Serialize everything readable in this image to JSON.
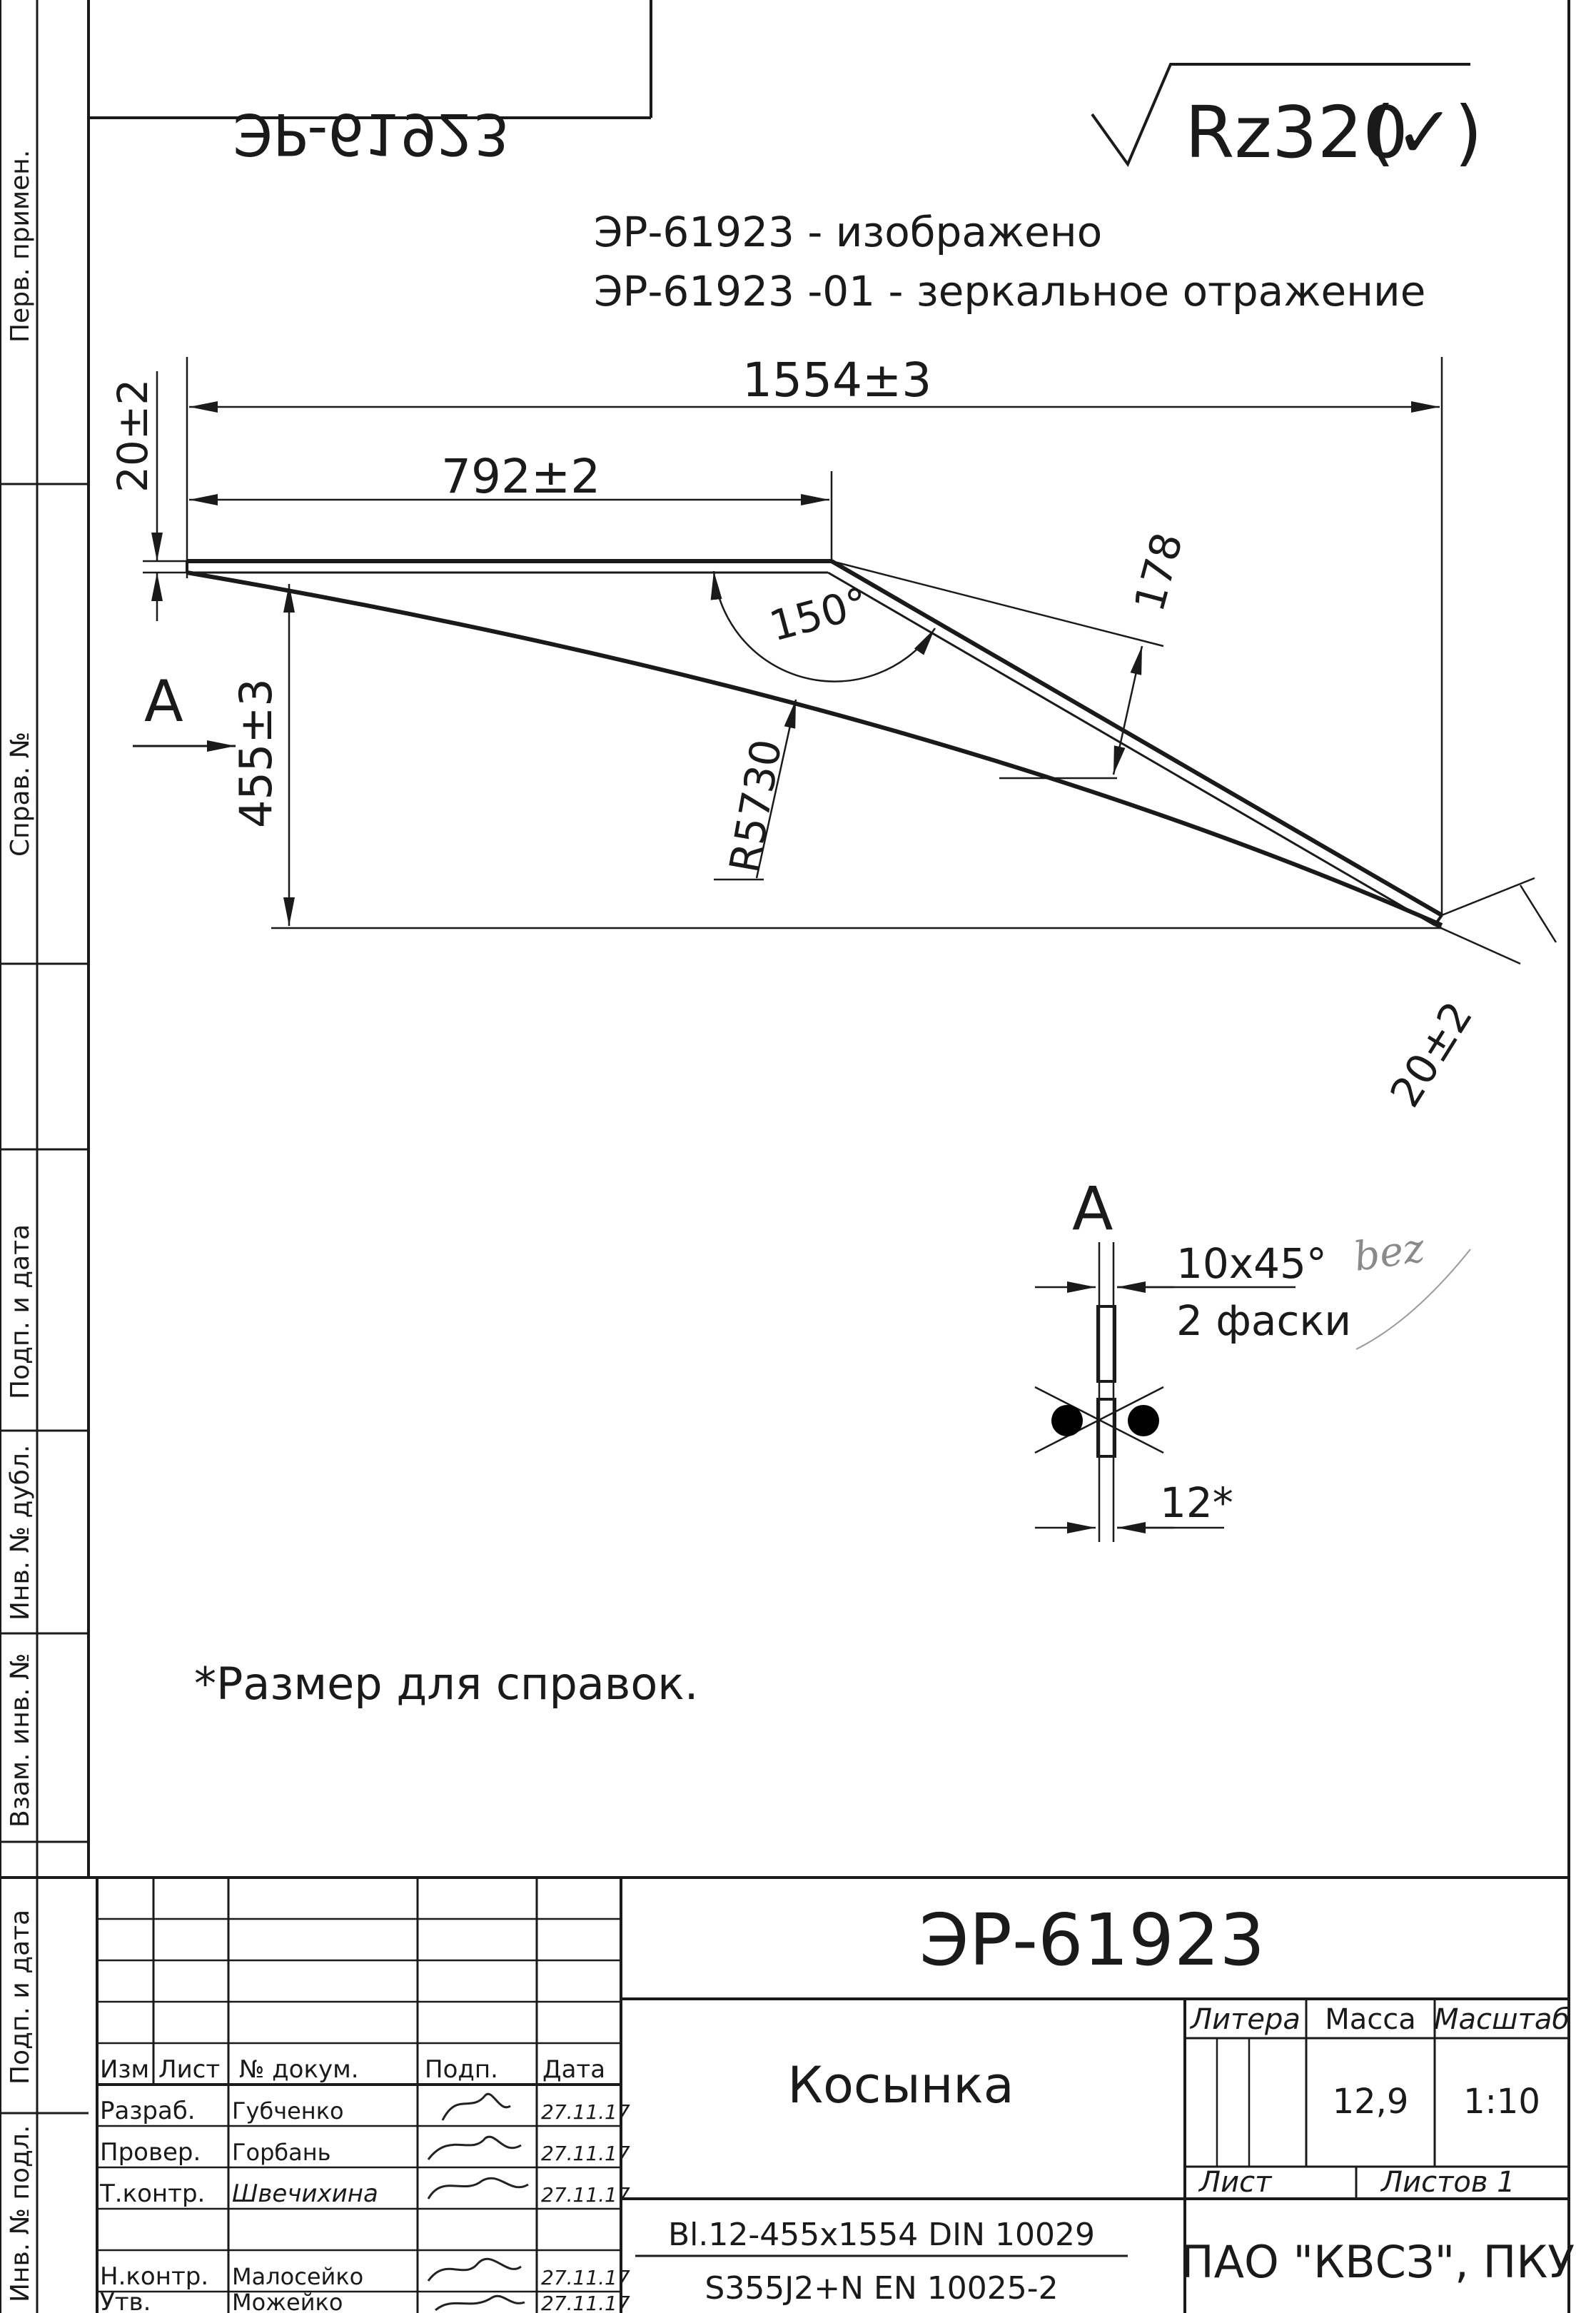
{
  "mirror_stamp": "ЭР-61923",
  "roughness": {
    "value": "Rz320",
    "parenthetical": "(✓)"
  },
  "notes_top": {
    "line1": "ЭР-61923 - изображено",
    "line2": "ЭР-61923 -01 - зеркальное отражение"
  },
  "dimensions": {
    "overall_length": "1554±3",
    "upper_length": "792±2",
    "left_edge": "20±2",
    "right_edge": "20±2",
    "height": "455±3",
    "angle": "150°",
    "radius": "R5730",
    "diagonal": "178"
  },
  "section": {
    "label_view": "A",
    "label_detail": "A",
    "chamfer": "10x45°",
    "chamfer_note": "2 фаски",
    "thickness": "12*",
    "handwritten": "bez"
  },
  "footnote": "*Размер для справок.",
  "side_columns": [
    "Перв. примен.",
    "Справ. №",
    "Подп. и дата",
    "Инв. № дубл.",
    "Взам. инв. №",
    "Подп. и дата",
    "Инв. № подл."
  ],
  "title_block": {
    "designation": "ЭР-61923",
    "part_name": "Косынка",
    "material_line1": "Bl.12-455x1554 DIN 10029",
    "material_line2": "S355J2+N EN 10025-2",
    "organization": "ПАО \"КВСЗ\", ПКУ",
    "headers": {
      "izm": "Изм",
      "list": "Лист",
      "doc_no": "№ докум.",
      "sign": "Подп.",
      "date": "Дата"
    },
    "roles": [
      {
        "role": "Разраб.",
        "name": "Губченко",
        "date": "27.11.17"
      },
      {
        "role": "Провер.",
        "name": "Горбань",
        "date": "27.11.17"
      },
      {
        "role": "Т.контр.",
        "name": "Швечихина",
        "date": "27.11.17"
      },
      {
        "role": "Н.контр.",
        "name": "Малосейко",
        "date": "27.11.17"
      },
      {
        "role": "Утв.",
        "name": "Можейко",
        "date": "27.11.17"
      }
    ],
    "litera_label": "Литера",
    "mass_label": "Масса",
    "scale_label": "Масштаб",
    "mass_value": "12,9",
    "scale_value": "1:10",
    "sheet_label": "Лист",
    "sheets_label": "Листов 1"
  }
}
